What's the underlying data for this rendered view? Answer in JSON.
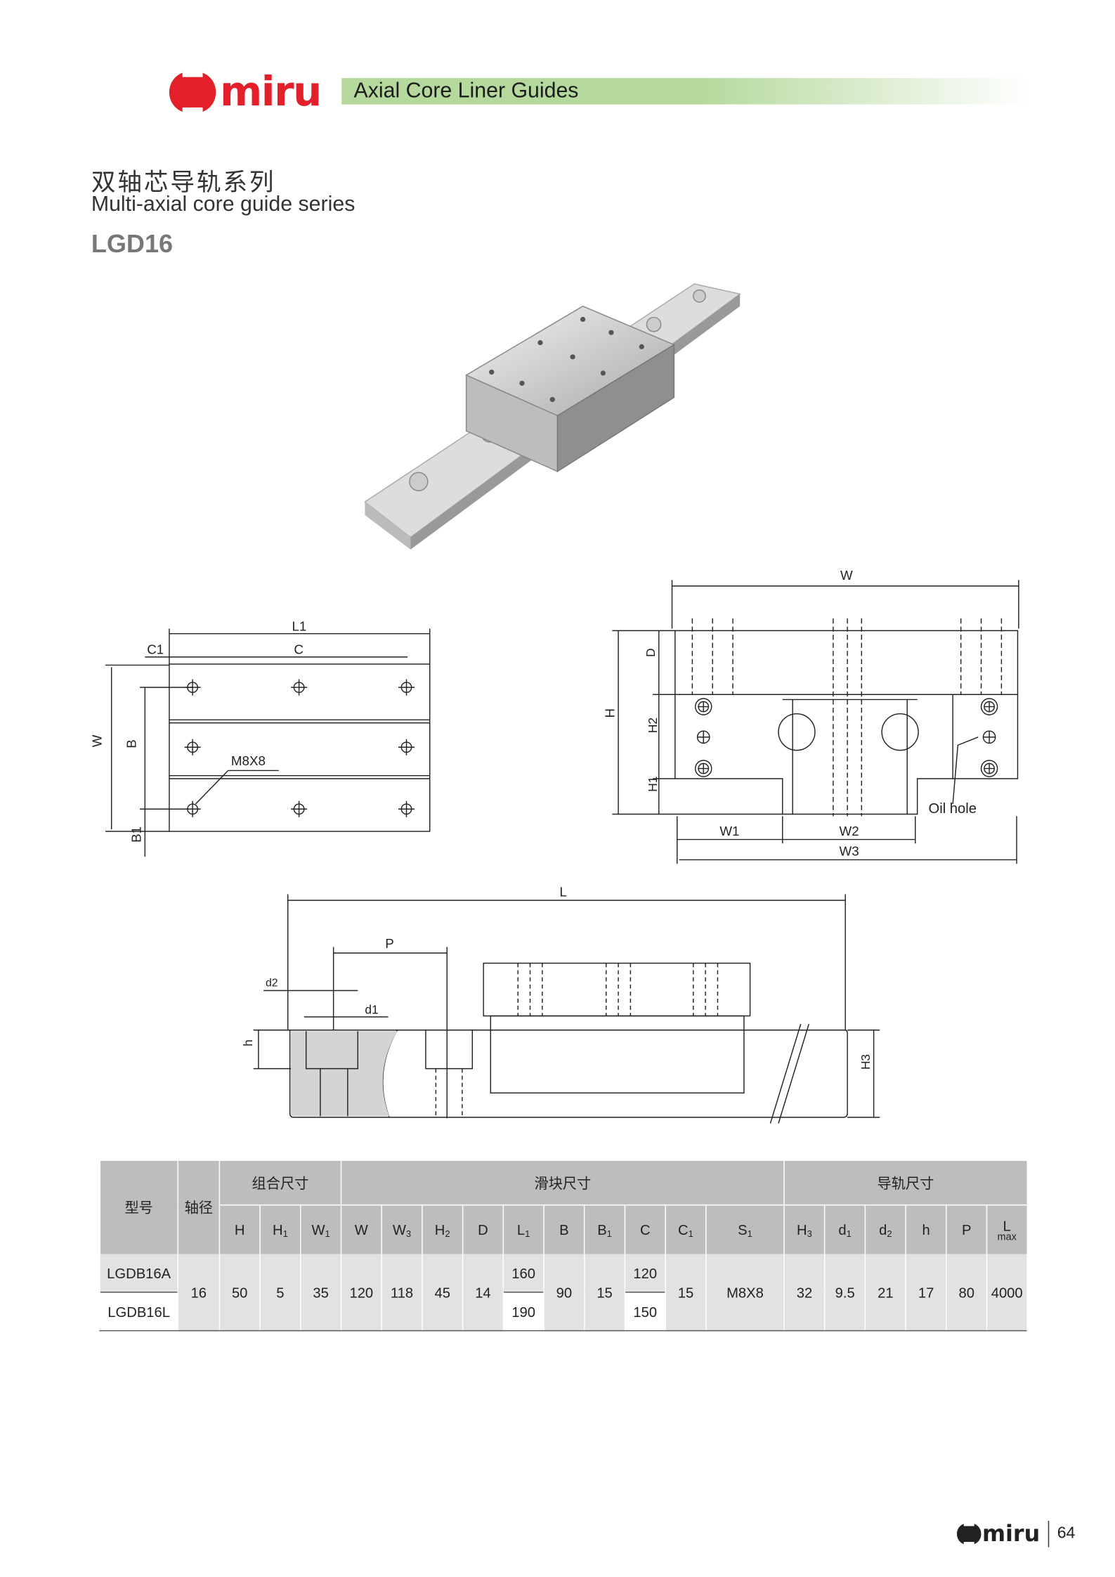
{
  "brand": {
    "name": "miru",
    "color": "#e3202a"
  },
  "banner": {
    "title": "Axial Core Liner Guides",
    "color": "#b5d99c"
  },
  "heading": {
    "cn": "双轴芯导轨系列",
    "en": "Multi-axial core guide series",
    "model": "LGD16"
  },
  "top_view": {
    "L1": "L1",
    "C1": "C1",
    "C": "C",
    "W": "W",
    "B": "B",
    "B1": "B1",
    "thread": "M8X8"
  },
  "front_view": {
    "W": "W",
    "H": "H",
    "D": "D",
    "H2": "H2",
    "H1": "H1",
    "W1": "W1",
    "W2": "W2",
    "W3": "W3",
    "oil_hole": "Oil hole"
  },
  "side_view": {
    "L": "L",
    "P": "P",
    "d2": "d2",
    "d1": "d1",
    "h": "h",
    "H3": "H3"
  },
  "table": {
    "group_headers": {
      "model": "型号",
      "shaft": "轴径",
      "assembly": "组合尺寸",
      "slider": "滑块尺寸",
      "rail": "导轨尺寸"
    },
    "columns": [
      "H",
      "H1",
      "W1",
      "W",
      "W3",
      "H2",
      "D",
      "L1",
      "B",
      "B1",
      "C",
      "C1",
      "S1",
      "H3",
      "d1",
      "d2",
      "h",
      "P",
      "L"
    ],
    "l_sub": "max",
    "models": [
      "LGDB16A",
      "LGDB16L"
    ],
    "shared": {
      "shaft": "16",
      "H": "50",
      "H1": "5",
      "W1": "35",
      "W": "120",
      "W3": "118",
      "H2": "45",
      "D": "14",
      "B": "90",
      "B1": "15",
      "C1": "15",
      "S1": "M8X8",
      "H3": "32",
      "d1": "9.5",
      "d2": "21",
      "h": "17",
      "P": "80",
      "L": "4000"
    },
    "L1": [
      "160",
      "190"
    ],
    "C": [
      "120",
      "150"
    ]
  },
  "footer": {
    "brand": "miru",
    "page": "64"
  }
}
